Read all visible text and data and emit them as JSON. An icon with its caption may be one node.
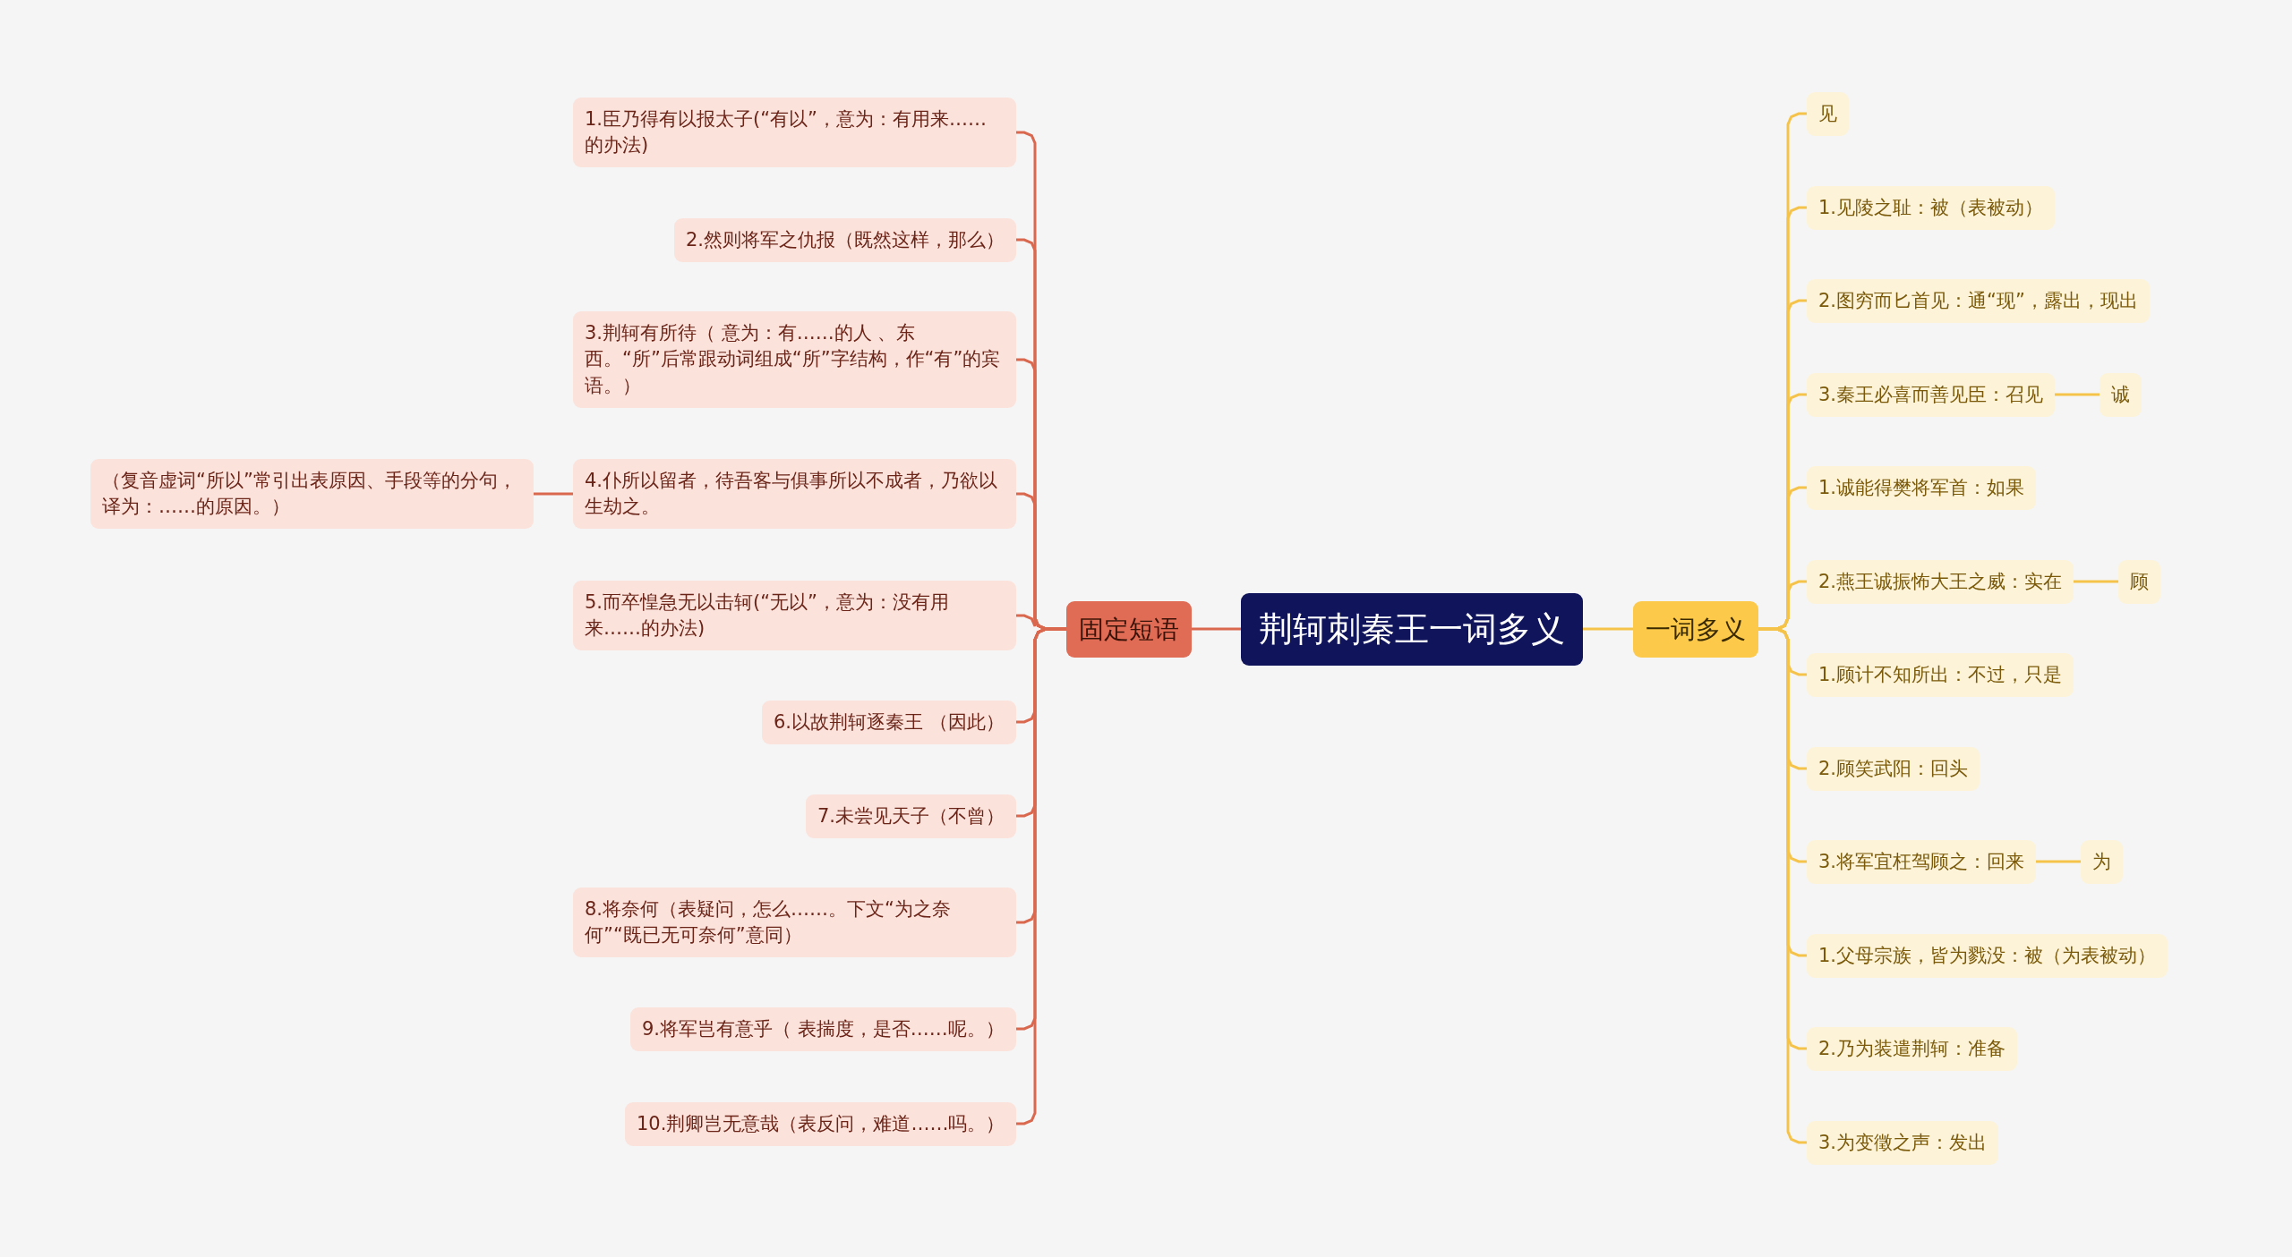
{
  "diagram": {
    "nodes": [
      {
        "text": [
          "荆轲刺秦王一词多义"
        ]
      },
      {
        "text": [
          "固定短语"
        ]
      },
      {
        "text": [
          "1.臣乃得有以报太子(“有以”，意为：有用来……的办法)"
        ]
      },
      {
        "text": [
          "2.然则将军之仇报（既然这样，那么）"
        ]
      },
      {
        "text": [
          "3.荆轲有所待（ 意为：有……的人 、东西。“所”后常跟动词组成“所”字结构，作“有”的宾语。）"
        ]
      },
      {
        "text": [
          "4.仆所以留者，待吾客与俱事所以不成者，乃欲以生劫之。"
        ]
      },
      {
        "text": [
          "5.而卒惶急无以击轲(“无以”，意为：没有用来……的办法)"
        ]
      },
      {
        "text": [
          "6.以故荆轲逐秦王 （因此）"
        ]
      },
      {
        "text": [
          "7.未尝见天子（不曾）"
        ]
      },
      {
        "text": [
          "8.将奈何（表疑问，怎么……。下文“为之奈何”“既已无可奈何”意同）"
        ]
      },
      {
        "text": [
          "9.将军岂有意乎（ 表揣度，是否……呢。）"
        ]
      },
      {
        "text": [
          "10.荆卿岂无意哉（表反问，难道……吗。）"
        ]
      },
      {
        "text": [
          "（复音虚词“所以”常引出表原因、手段等的分句，译为：……的原因。）"
        ]
      },
      {
        "text": [
          "一词多义"
        ]
      },
      {
        "text": [
          "见"
        ]
      },
      {
        "text": [
          "1.见陵之耻：被（表被动）"
        ]
      },
      {
        "text": [
          "2.图穷而匕首见：通“现”，露出，现出"
        ]
      },
      {
        "text": [
          "3.秦王必喜而善见臣：召见"
        ]
      },
      {
        "text": [
          "诚"
        ]
      },
      {
        "text": [
          "1.诚能得樊将军首：如果"
        ]
      },
      {
        "text": [
          "2.燕王诚振怖大王之威：实在"
        ]
      },
      {
        "text": [
          "顾"
        ]
      },
      {
        "text": [
          "1.顾计不知所出：不过，只是"
        ]
      },
      {
        "text": [
          "2.顾笑武阳：回头"
        ]
      },
      {
        "text": [
          "3.将军宜枉驾顾之：回来"
        ]
      },
      {
        "text": [
          "为"
        ]
      },
      {
        "text": [
          "1.父母宗族，皆为戮没：被（为表被动）"
        ]
      },
      {
        "text": [
          "2.乃为装遣荆轲：准备"
        ]
      },
      {
        "text": [
          "3.为变徵之声：发出"
        ]
      }
    ],
    "edges": [
      {
        "from": 0,
        "to": 1,
        "arrow": "none",
        "color": "#d9684f"
      },
      {
        "from": 1,
        "to": 2,
        "arrow": "none",
        "color": "#d9684f"
      },
      {
        "from": 1,
        "to": 3,
        "arrow": "none",
        "color": "#d9684f"
      },
      {
        "from": 1,
        "to": 4,
        "arrow": "none",
        "color": "#d9684f"
      },
      {
        "from": 1,
        "to": 5,
        "arrow": "none",
        "color": "#d9684f"
      },
      {
        "from": 1,
        "to": 6,
        "arrow": "none",
        "color": "#d9684f"
      },
      {
        "from": 1,
        "to": 7,
        "arrow": "none",
        "color": "#d9684f"
      },
      {
        "from": 1,
        "to": 8,
        "arrow": "none",
        "color": "#d9684f"
      },
      {
        "from": 1,
        "to": 9,
        "arrow": "none",
        "color": "#d9684f"
      },
      {
        "from": 1,
        "to": 10,
        "arrow": "none",
        "color": "#d9684f"
      },
      {
        "from": 1,
        "to": 11,
        "arrow": "none",
        "color": "#d9684f"
      },
      {
        "from": 5,
        "to": 12,
        "arrow": "none",
        "color": "#d9684f"
      },
      {
        "from": 0,
        "to": 13,
        "arrow": "none"
      },
      {
        "from": 13,
        "to": 14,
        "arrow": "none"
      },
      {
        "from": 13,
        "to": 15,
        "arrow": "none"
      },
      {
        "from": 13,
        "to": 16,
        "arrow": "none"
      },
      {
        "from": 13,
        "to": 17,
        "arrow": "none"
      },
      {
        "from": 17,
        "to": 18,
        "arrow": "none"
      },
      {
        "from": 13,
        "to": 19,
        "arrow": "none"
      },
      {
        "from": 13,
        "to": 20,
        "arrow": "none"
      },
      {
        "from": 20,
        "to": 21,
        "arrow": "none"
      },
      {
        "from": 13,
        "to": 22,
        "arrow": "none"
      },
      {
        "from": 13,
        "to": 23,
        "arrow": "none"
      },
      {
        "from": 13,
        "to": 24,
        "arrow": "none"
      },
      {
        "from": 24,
        "to": 25,
        "arrow": "none"
      },
      {
        "from": 13,
        "to": 26,
        "arrow": "none"
      },
      {
        "from": 13,
        "to": 27,
        "arrow": "none"
      },
      {
        "from": 13,
        "to": 28,
        "arrow": "none"
      }
    ]
  }
}
